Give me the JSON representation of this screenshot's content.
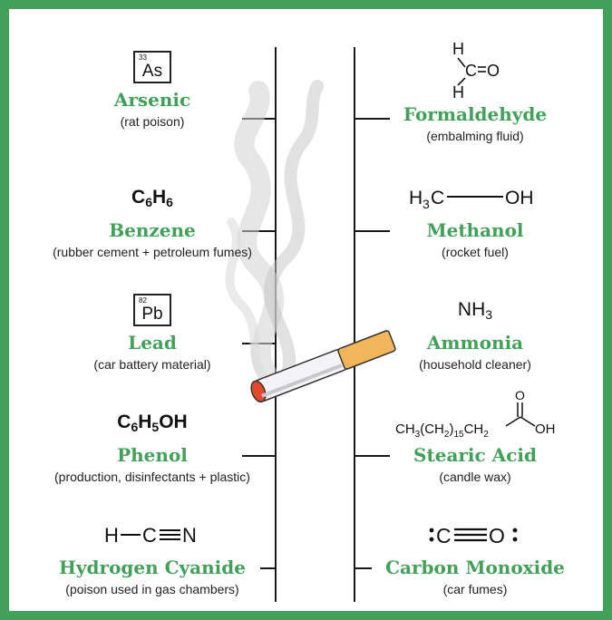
{
  "colors": {
    "accent": "#43a05a",
    "border": "#43a05a",
    "text": "#222222"
  },
  "left": [
    {
      "name": "Arsenic",
      "desc": "(rat poison)",
      "element": {
        "symbol": "As",
        "number": "33"
      }
    },
    {
      "name": "Benzene",
      "desc": "(rubber cement + petroleum fumes)",
      "formula": {
        "main": "C",
        "s1": "6",
        "mid": "H",
        "s2": "6"
      }
    },
    {
      "name": "Lead",
      "desc": "(car battery material)",
      "element": {
        "symbol": "Pb",
        "number": "82"
      }
    },
    {
      "name": "Phenol",
      "desc": "(production, disinfectants + plastic)",
      "formula": {
        "a": "C",
        "s1": "6",
        "b": "H",
        "s2": "5",
        "c": "OH"
      }
    },
    {
      "name": "Hydrogen Cyanide",
      "desc": "(poison used in gas chambers)",
      "formula": {
        "h": "H",
        "c": "C",
        "n": "N"
      }
    }
  ],
  "right": [
    {
      "name": "Formaldehyde",
      "desc": "(embalming fluid)",
      "formula": {
        "h1": "H",
        "c": "C",
        "o": "O",
        "h2": "H"
      }
    },
    {
      "name": "Methanol",
      "desc": "(rocket fuel)",
      "formula": {
        "left": "H",
        "sub": "3",
        "c": "C",
        "oh": "OH"
      }
    },
    {
      "name": "Ammonia",
      "desc": "(household cleaner)",
      "formula": {
        "nh": "NH",
        "sub": "3"
      }
    },
    {
      "name": "Stearic Acid",
      "desc": "(candle wax)",
      "formula": {
        "a": "CH",
        "s1": "3",
        "b": "(CH",
        "s2": "2",
        "c": ")",
        "s3": "15",
        "d": "CH",
        "s4": "2",
        "o": "O",
        "oh": "OH"
      }
    },
    {
      "name": "Carbon Monoxide",
      "desc": "(car fumes)",
      "formula": {
        "c": "C",
        "o": "O"
      }
    }
  ],
  "icons": {
    "cigarette": "lit-cigarette-icon",
    "smoke": "smoke-icon"
  }
}
